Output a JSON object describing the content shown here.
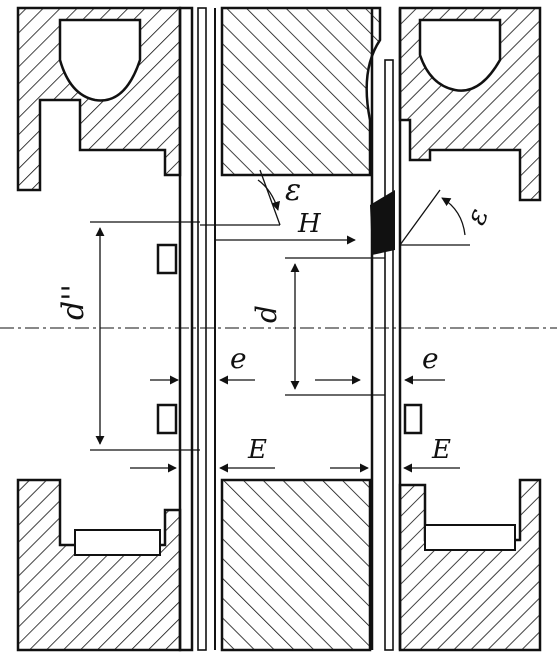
{
  "labels": {
    "diameter_outer": "d''",
    "diameter_inner": "d",
    "angle_left": "ε",
    "angle_right": "ε",
    "height": "H",
    "clearance_left": "e",
    "clearance_right": "e",
    "gap_left": "E",
    "gap_right": "E"
  },
  "colors": {
    "ink": "#111111",
    "paper": "#ffffff"
  }
}
